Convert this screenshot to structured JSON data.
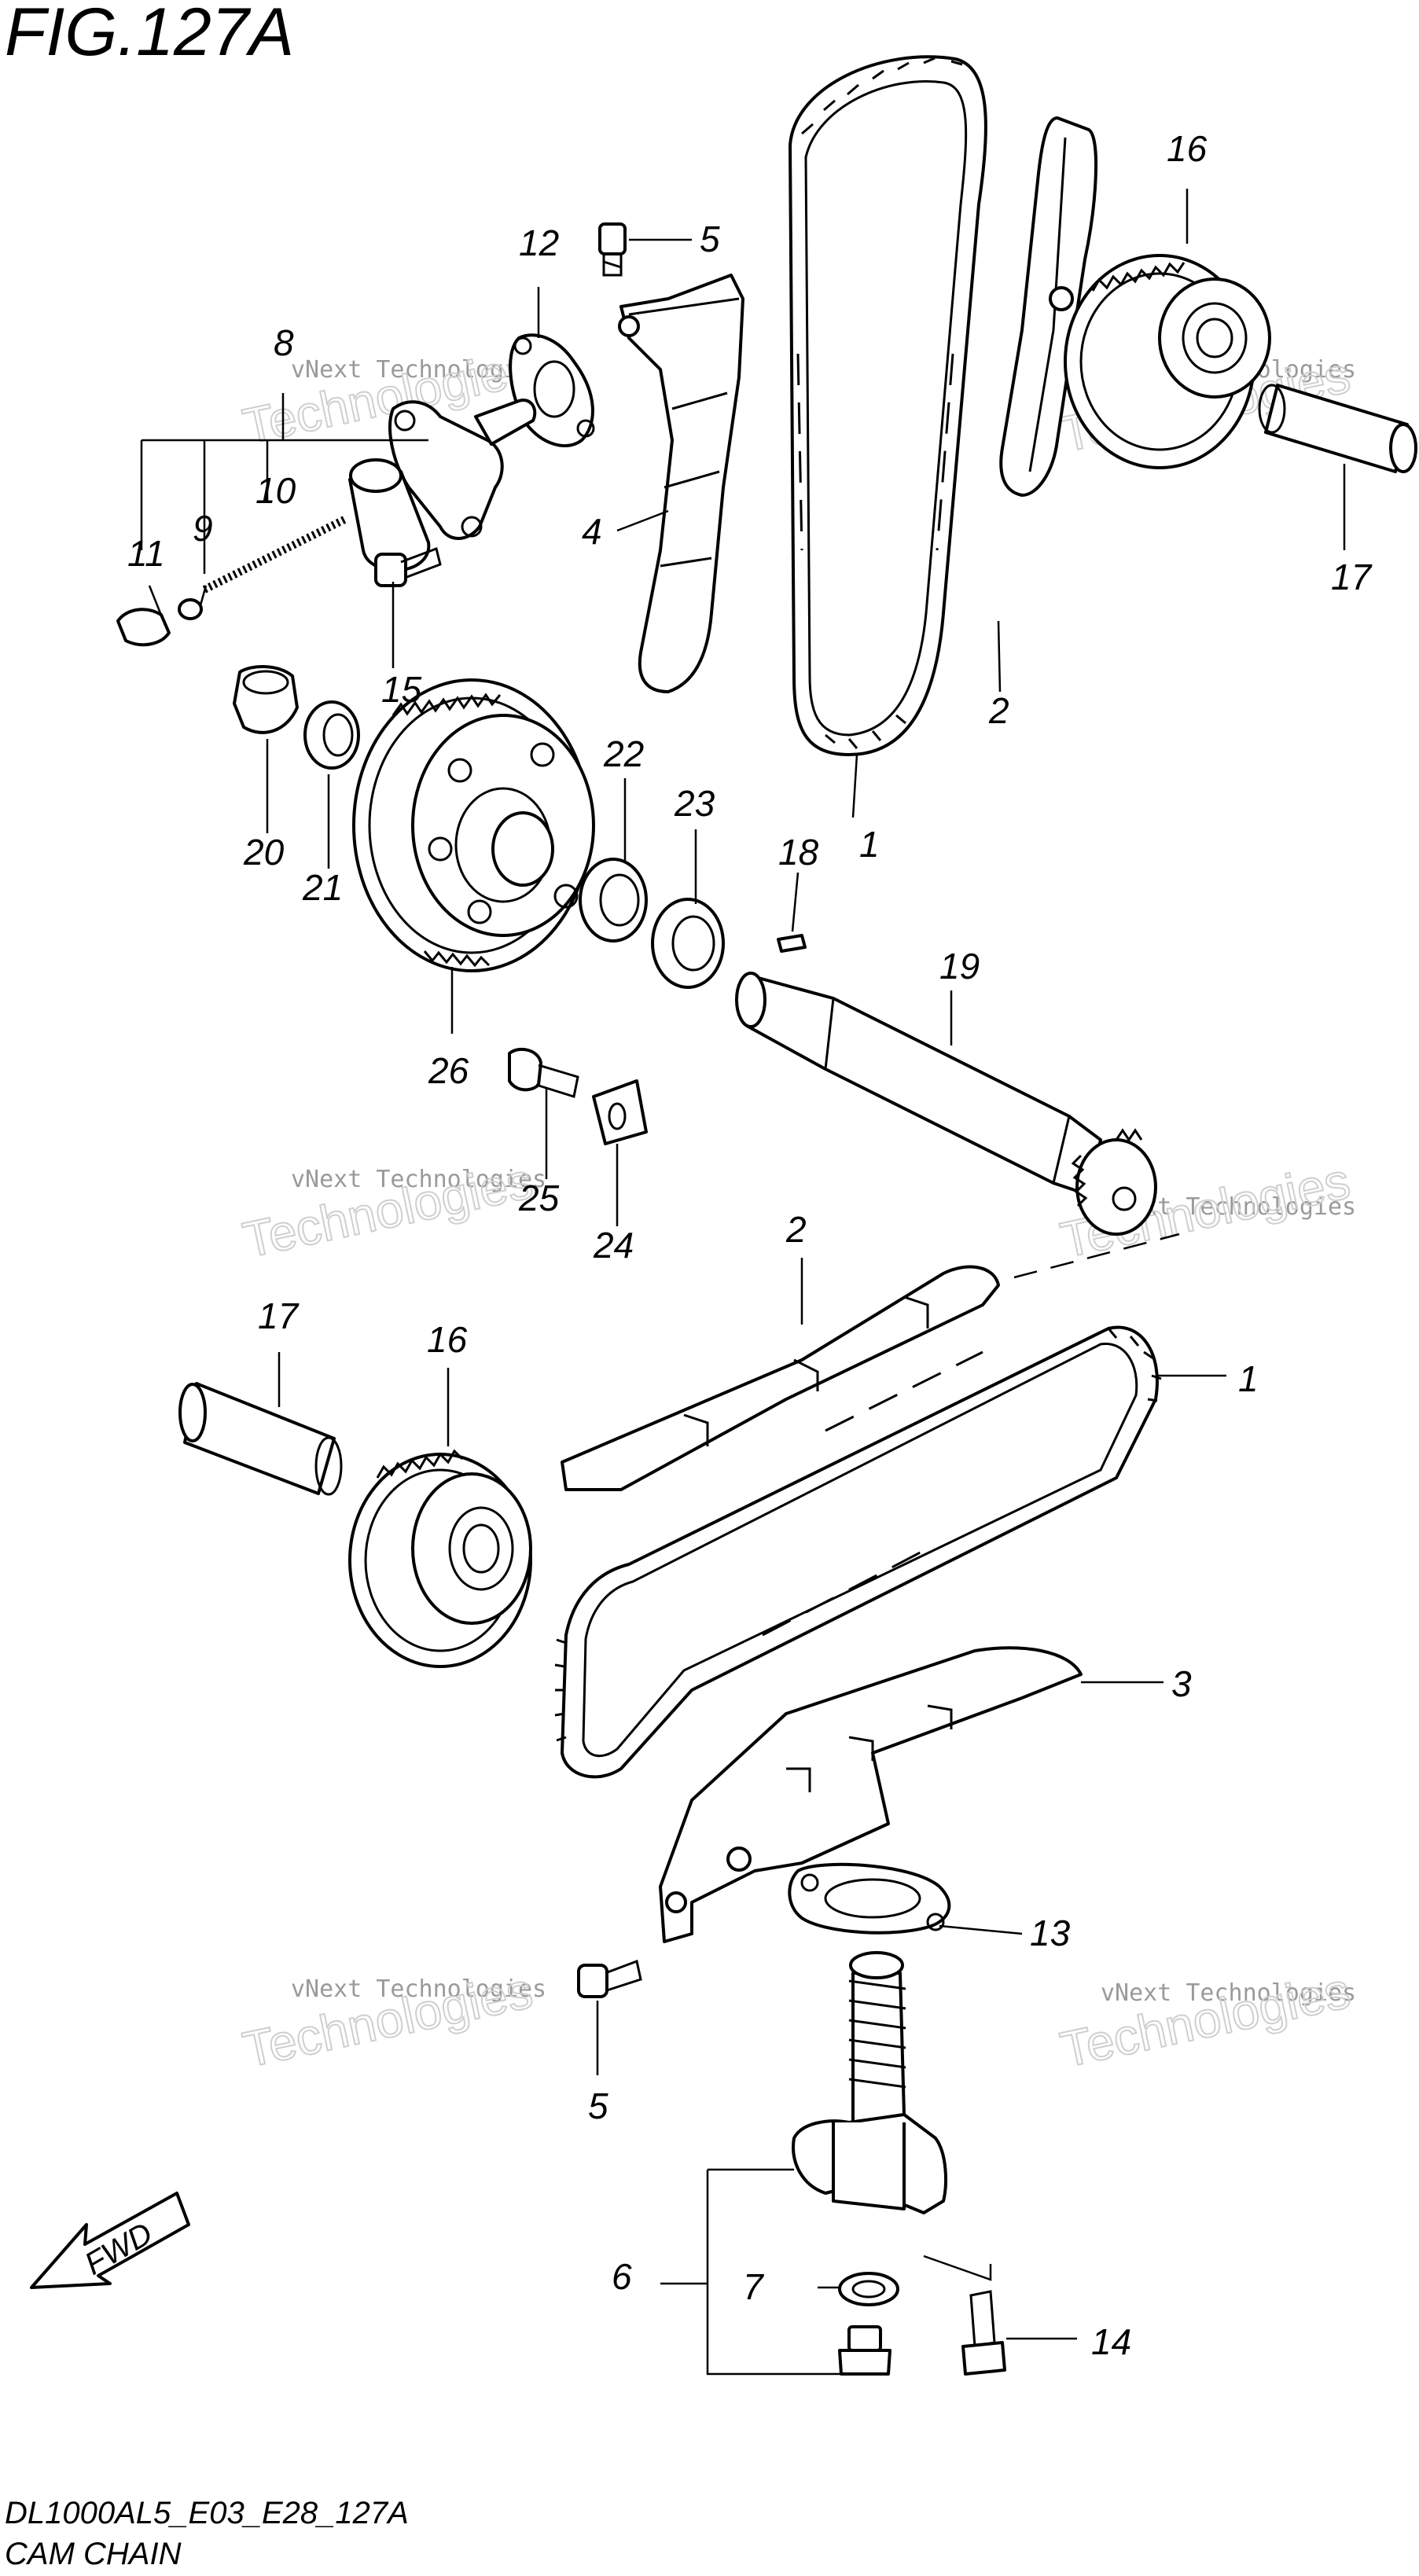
{
  "figure": {
    "title": "FIG.127A",
    "code": "DL1000AL5_E03_E28_127A",
    "name": "CAM CHAIN",
    "direction_marker": "FWD"
  },
  "watermark": {
    "line1": "vNext Technologies",
    "line2": "Technologies"
  },
  "callouts": {
    "c1a": "1",
    "c1b": "1",
    "c2a": "2",
    "c2b": "2",
    "c3": "3",
    "c4": "4",
    "c5a": "5",
    "c5b": "5",
    "c6": "6",
    "c7": "7",
    "c8": "8",
    "c9": "9",
    "c10": "10",
    "c11": "11",
    "c12": "12",
    "c13": "13",
    "c14": "14",
    "c15": "15",
    "c16a": "16",
    "c16b": "16",
    "c17a": "17",
    "c17b": "17",
    "c18": "18",
    "c19": "19",
    "c20": "20",
    "c21": "21",
    "c22": "22",
    "c23": "23",
    "c24": "24",
    "c25": "25",
    "c26": "26"
  }
}
